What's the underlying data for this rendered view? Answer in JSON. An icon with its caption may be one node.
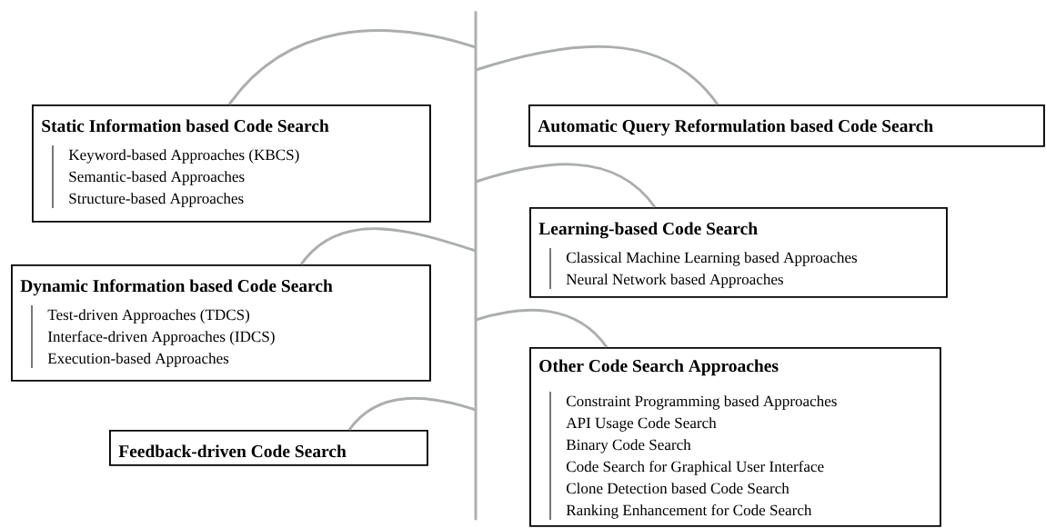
{
  "diagram": {
    "nodes": [
      {
        "text": [],
        "shape": "bar"
      },
      {
        "text": [
          "Static Information based Code Search",
          "Keyword-based Approaches (KBCS)",
          "Semantic-based Approaches",
          "Structure-based Approaches"
        ]
      },
      {
        "text": [
          "Automatic Query Reformulation based Code Search"
        ]
      },
      {
        "text": [
          "Learning-based Code Search",
          "Classical Machine Learning based Approaches",
          "Neural Network based Approaches"
        ]
      },
      {
        "text": [
          "Dynamic Information based Code Search",
          "Test-driven Approaches (TDCS)",
          "Interface-driven Approaches (IDCS)",
          "Execution-based Approaches"
        ]
      },
      {
        "text": [
          "Other Code Search Approaches",
          "Constraint Programming based Approaches",
          "API Usage Code Search",
          "Binary Code Search",
          "Code Search for Graphical User Interface",
          "Clone Detection based Code Search",
          "Ranking Enhancement for Code Search"
        ]
      },
      {
        "text": [
          "Feedback-driven Code Search"
        ]
      }
    ],
    "edges": [
      {
        "from": 0,
        "to": 1,
        "arrow": "none"
      },
      {
        "from": 0,
        "to": 2,
        "arrow": "none"
      },
      {
        "from": 0,
        "to": 3,
        "arrow": "none"
      },
      {
        "from": 0,
        "to": 4,
        "arrow": "none"
      },
      {
        "from": 0,
        "to": 5,
        "arrow": "none"
      },
      {
        "from": 0,
        "to": 6,
        "arrow": "none"
      }
    ]
  }
}
